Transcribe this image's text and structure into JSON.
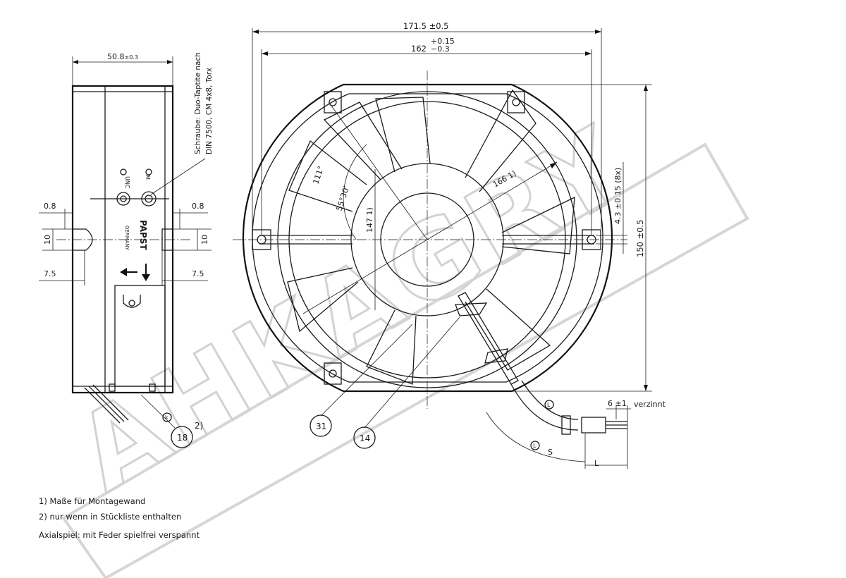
{
  "watermark": "AHKAGRY",
  "side_view": {
    "depth": "50.8",
    "depth_tol": "±0.3",
    "screw_note_1": "Schraube: Duo-Taptite nach",
    "screw_note_2": "DIN 7500, CM 4x8, Torx",
    "dim_left_top": "0.8",
    "dim_right_top": "0.8",
    "dim_left_height": "10",
    "dim_right_height": "10",
    "dim_left_bottom": "7.5",
    "dim_right_bottom": "7.5",
    "label_unc": "UNC",
    "label_m": "M",
    "brand": "PAPST",
    "country": "GERMANY",
    "callout_k": "k",
    "callout_18": "18",
    "callout_18_ref": "2)"
  },
  "front_view": {
    "width_outer": "171.5 ±0.5",
    "width_mount": "162",
    "width_mount_tol_plus": "+0.15",
    "width_mount_tol_minus": "−0.3",
    "height_outer": "150 ±0.5",
    "hole_dim": "4.3 ±0.15 (8x)",
    "dia_166": "166 1)",
    "dim_147": "147 1)",
    "angle_111": "111°",
    "angle_55": "55°30'",
    "callout_31": "31",
    "callout_14": "14",
    "lead_dim": "6 ±1",
    "lead_note": "verzinnt",
    "label_s": "S",
    "label_l": "L",
    "symbol_l": "L"
  },
  "notes": {
    "note1": "1)  Maße für Montagewand",
    "note2": "2)  nur wenn in Stückliste enthalten",
    "note3": "Axialspiel: mit Feder spielfrei verspannt"
  }
}
